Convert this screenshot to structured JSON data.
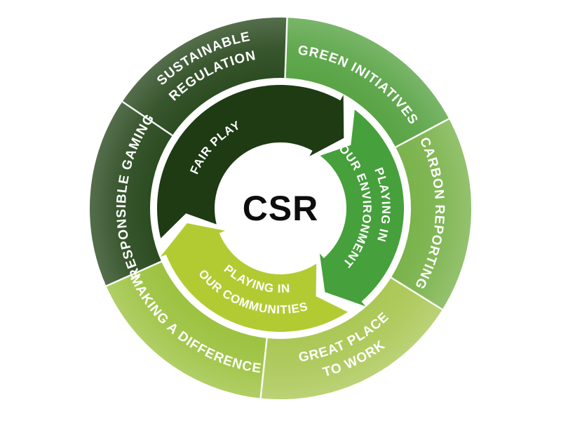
{
  "diagram": {
    "center": {
      "label": "CSR",
      "color": "#0d0d0d"
    },
    "label_color": "#ffffff",
    "outer_segments": [
      {
        "label": "SUSTAINABLE REGULATION",
        "lines": [
          "SUSTAINABLE",
          "REGULATION"
        ],
        "color": "#2a4a1f"
      },
      {
        "label": "GREEN INITIATIVES",
        "color": "#57a343"
      },
      {
        "label": "CARBON REPORTING",
        "color": "#79b24a"
      },
      {
        "label": "GREAT PLACE TO WORK",
        "lines": [
          "GREAT PLACE",
          "TO WORK"
        ],
        "color": "#aac754"
      },
      {
        "label": "MAKING A DIFFERENCE",
        "color": "#9cc23f"
      },
      {
        "label": "RESPONSIBLE GAMING",
        "color": "#2a4a1f"
      }
    ],
    "inner_arrows": [
      {
        "label": "FAIR PLAY",
        "color": "#1e3b14"
      },
      {
        "label": "PLAYING IN OUR ENVIRONMENT",
        "lines": [
          "PLAYING IN",
          "OUR ENVIRONMENT"
        ],
        "color": "#46a03b"
      },
      {
        "label": "PLAYING IN OUR COMMUNITIES",
        "lines": [
          "PLAYING IN",
          "OUR COMMUNITIES"
        ],
        "color": "#b3cb33"
      }
    ]
  }
}
